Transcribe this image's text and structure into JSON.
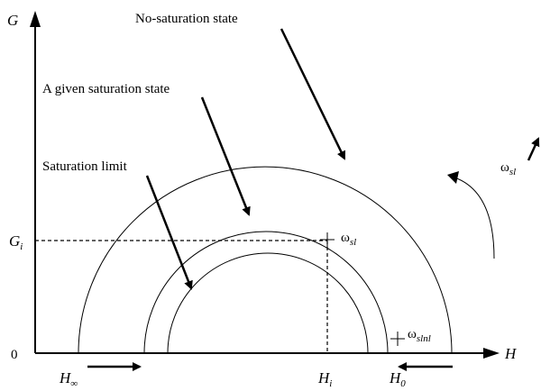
{
  "labels": {
    "no_saturation": "No-saturation state",
    "given_saturation": "A given saturation state",
    "saturation_limit": "Saturation limit"
  },
  "axes": {
    "y_name": "G",
    "x_name": "H",
    "origin": "0"
  },
  "marks": {
    "g_i_main": "G",
    "g_i_sub": "i",
    "h_i_main": "H",
    "h_i_sub": "i",
    "h_inf_main": "H",
    "h_inf_sub": "∞",
    "h_0_main": "H",
    "h_0_sub": "0"
  },
  "omega": {
    "sl_point_main": "ω",
    "sl_point_sub": "sl",
    "slnl_point_main": "ω",
    "slnl_point_sub": "slnl",
    "sl_rotation_main": "ω",
    "sl_rotation_sub": "sl"
  }
}
